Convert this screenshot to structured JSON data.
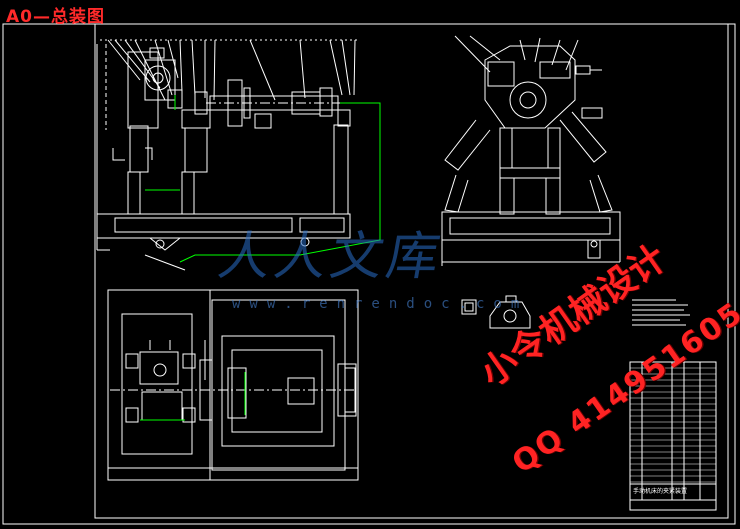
{
  "drawing": {
    "title": "A0—总装图",
    "colors": {
      "background": "#000000",
      "linework": "#ffffff",
      "dimension": "#00ff00",
      "title_text": "#ff2a2a",
      "watermark_blue": "#2a6ec8",
      "watermark_red": "#ff2323"
    }
  },
  "watermark": {
    "site_name": "人人文库",
    "site_url": "www.renrendoc.com",
    "brand": "小令机械设计",
    "qq": "QQ 414951605"
  },
  "title_block": {
    "caption": "手动机床的夹紧装置"
  }
}
